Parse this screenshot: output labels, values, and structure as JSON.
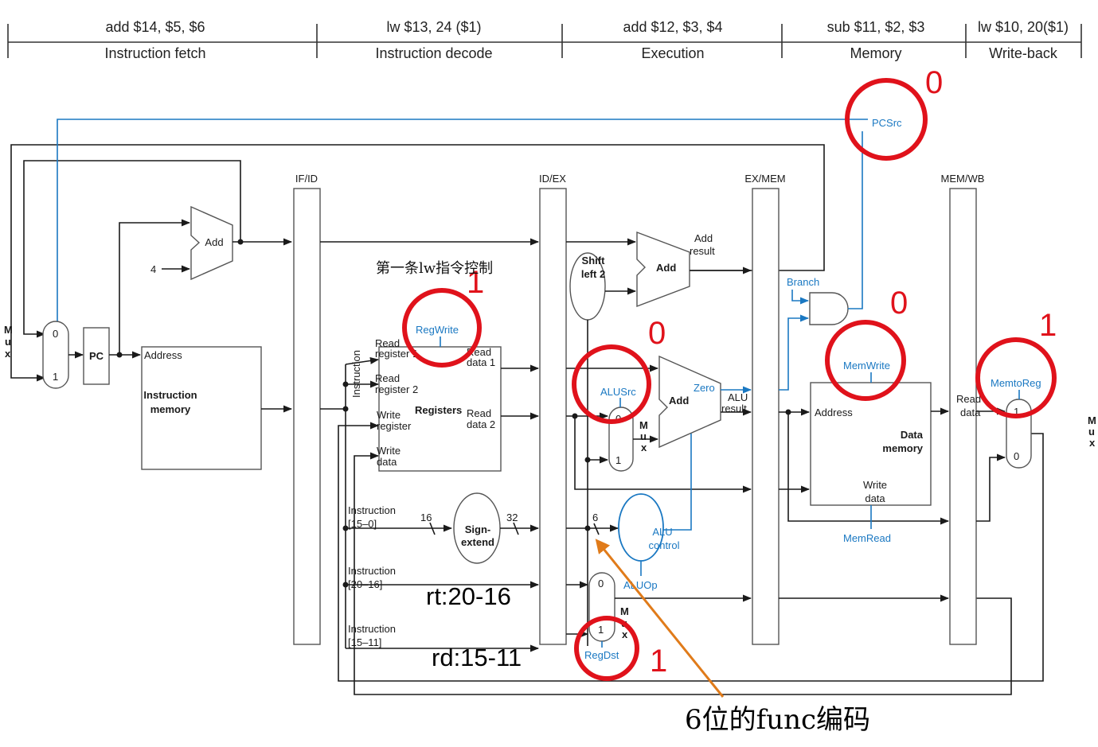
{
  "stages": [
    {
      "instr": "add $14, $5, $6",
      "name": "Instruction fetch"
    },
    {
      "instr": "lw $13, 24 ($1)",
      "name": "Instruction decode"
    },
    {
      "instr": "add $12, $3, $4",
      "name": "Execution"
    },
    {
      "instr": "sub $11, $2, $3",
      "name": "Memory"
    },
    {
      "instr": "lw $10, 20($1)",
      "name": "Write-back"
    }
  ],
  "pipeline_registers": [
    "IF/ID",
    "ID/EX",
    "EX/MEM",
    "MEM/WB"
  ],
  "units": {
    "pc": "PC",
    "pc_add": "Add",
    "const_four": "4",
    "instr_mem_addr": "Address",
    "instr_mem": [
      "Instruction",
      "memory"
    ],
    "instruction_bus": "Instruction",
    "reg_read1": [
      "Read",
      "register 1"
    ],
    "reg_read2": [
      "Read",
      "register 2"
    ],
    "reg_write_reg": [
      "Write",
      "register"
    ],
    "reg_write_data": [
      "Write",
      "data"
    ],
    "registers": "Registers",
    "read_data1": [
      "Read",
      "data 1"
    ],
    "read_data2": [
      "Read",
      "data 2"
    ],
    "shift": [
      "Shift",
      "left 2"
    ],
    "branch_add": "Add",
    "add_result": [
      "Add",
      "result"
    ],
    "alu": "Add",
    "zero": "Zero",
    "alu_result": [
      "ALU",
      "result"
    ],
    "sign_extend": [
      "Sign-",
      "extend"
    ],
    "bits16": "16",
    "bits32": "32",
    "bits6": "6",
    "alu_control": [
      "ALU",
      "control"
    ],
    "data_mem_addr": "Address",
    "data_mem": [
      "Data",
      "memory"
    ],
    "data_mem_write": [
      "Write",
      "data"
    ],
    "data_mem_read": [
      "Read",
      "data"
    ],
    "instr_15_0": [
      "Instruction",
      "[15–0]"
    ],
    "instr_20_16": [
      "Instruction",
      "[20–16]"
    ],
    "instr_15_11": [
      "Instruction",
      "[15–11]"
    ],
    "mux_letters": [
      "M",
      "u",
      "x"
    ],
    "mux0": "0",
    "mux1": "1"
  },
  "control_signals": {
    "pcsrc": "PCSrc",
    "branch": "Branch",
    "regwrite": "RegWrite",
    "alusrc": "ALUSrc",
    "memwrite": "MemWrite",
    "memread": "MemRead",
    "memtoreg": "MemtoReg",
    "regdst": "RegDst",
    "aluop": "ALUOp"
  },
  "annotations": {
    "pcsrc_value": "0",
    "regwrite_value": "1",
    "alusrc_value": "0",
    "memwrite_value": "0",
    "memtoreg_value": "1",
    "regdst_value": "1",
    "rt_field": "rt:20-16",
    "rd_field": "rd:15-11",
    "func_note": "6位的func编码",
    "lw_control_note": "第一条lw指令控制"
  },
  "colors": {
    "wire": "#1a1a1a",
    "control": "#1a78c2",
    "highlight": "#e0121b",
    "arrow": "#e07b1a"
  }
}
